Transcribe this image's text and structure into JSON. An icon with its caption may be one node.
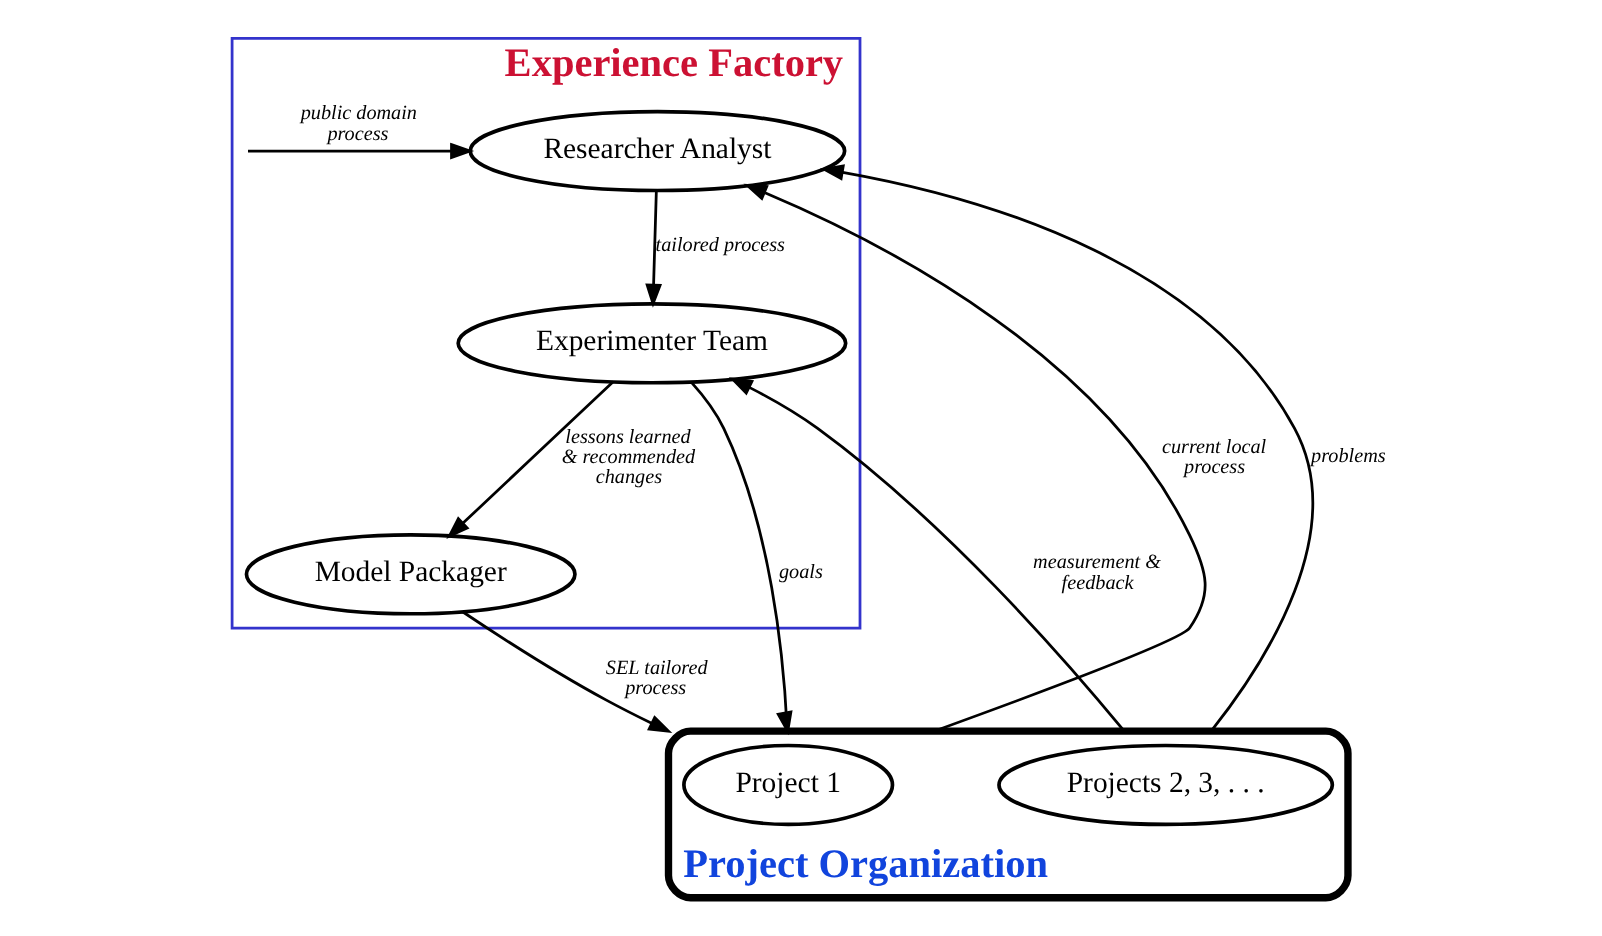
{
  "diagram": {
    "nodes": [
      {
        "text": [
          "Experience Factory"
        ]
      },
      {
        "text": [
          "Researcher Analyst"
        ],
        "in": 0
      },
      {
        "text": [
          "Experimenter Team"
        ],
        "in": 0
      },
      {
        "text": [
          "Model Packager"
        ],
        "in": 0
      },
      {
        "text": [
          "Project Organization"
        ]
      },
      {
        "text": [
          "Project 1"
        ],
        "in": 4
      },
      {
        "text": [
          "Projects 2, 3, . . ."
        ],
        "in": 4
      }
    ],
    "edges": [
      {
        "from": null,
        "to": 1,
        "arrow": "to",
        "label": "public domain process"
      },
      {
        "from": 4,
        "to": 1,
        "arrow": "to",
        "label": "current local process"
      },
      {
        "from": 4,
        "to": 1,
        "arrow": "to",
        "label": "problems"
      },
      {
        "from": 1,
        "to": 2,
        "arrow": "to",
        "label": "tailored process"
      },
      {
        "from": 2,
        "to": 4,
        "arrow": "to",
        "label": "goals"
      },
      {
        "from": 4,
        "to": 2,
        "arrow": "to",
        "label": "measurement & feedback"
      },
      {
        "from": 2,
        "to": 3,
        "arrow": "to",
        "label": "lessons learned & recommended changes"
      },
      {
        "from": 3,
        "to": 4,
        "arrow": "to",
        "label": "SEL tailored process"
      }
    ]
  }
}
